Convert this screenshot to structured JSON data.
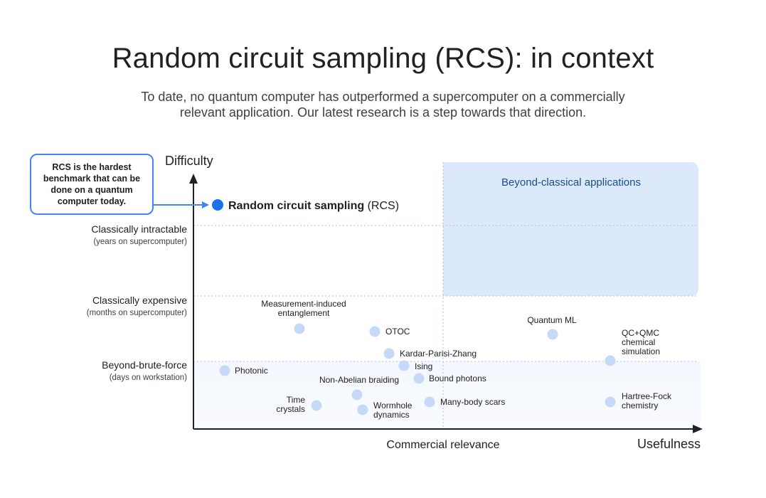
{
  "header": {
    "title": "Random circuit sampling (RCS): in context",
    "subtitle_line1": "To date, no quantum computer has outperformed a supercomputer on a commercially",
    "subtitle_line2": "relevant application. Our latest research is a step towards that direction."
  },
  "callout": {
    "text": "RCS is the hardest benchmark that can be done on a quantum computer today."
  },
  "colors": {
    "accent": "#1a73e8",
    "point": "#c6d9f7",
    "region": "#dbe9fb",
    "region_text": "#1a4d8c",
    "callout_border": "#4285f4"
  },
  "chart_data": {
    "type": "scatter",
    "y_axis_title": "Difficulty",
    "x_axis_title": "Usefulness",
    "x_marker_label": "Commercial relevance",
    "region_label": "Beyond-classical applications",
    "y_levels": [
      {
        "label": "Classically intractable",
        "sublabel": "(years on supercomputer)"
      },
      {
        "label": "Classically expensive",
        "sublabel": "(months on supercomputer)"
      },
      {
        "label": "Beyond-brute-force",
        "sublabel": "(days on workstation)"
      }
    ],
    "highlight": {
      "label_bold": "Random circuit sampling",
      "label_rest": " (RCS)"
    },
    "points": [
      {
        "label": "Photonic"
      },
      {
        "label": "Time crystals"
      },
      {
        "label": "Measurement-induced entanglement"
      },
      {
        "label": "Non-Abelian braiding"
      },
      {
        "label": "Wormhole dynamics"
      },
      {
        "label": "OTOC"
      },
      {
        "label": "Kardar-Parisi-Zhang"
      },
      {
        "label": "Ising"
      },
      {
        "label": "Bound photons"
      },
      {
        "label": "Many-body scars"
      },
      {
        "label": "Quantum ML"
      },
      {
        "label": "QC+QMC chemical simulation"
      },
      {
        "label": "Hartree-Fock chemistry"
      }
    ]
  }
}
